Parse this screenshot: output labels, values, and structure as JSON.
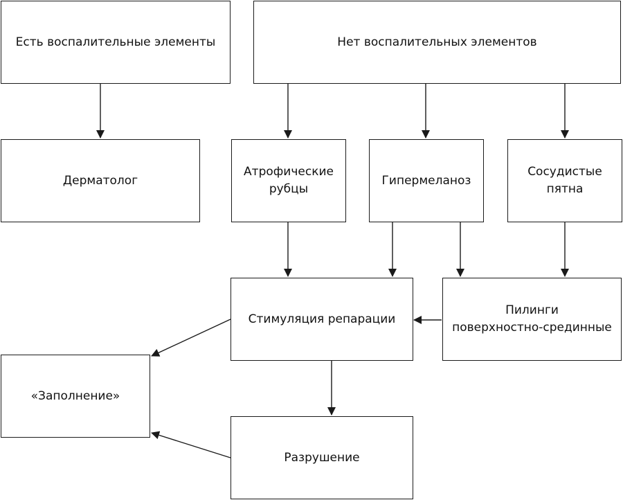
{
  "diagram": {
    "nodes": {
      "inflam_yes": "Есть воспалительные элементы",
      "inflam_no": "Нет воспалительных элементов",
      "dermatologist": "Дерматолог",
      "atrophic_1": "Атрофические",
      "atrophic_2": "рубцы",
      "hypermelanosis": "Гипермеланоз",
      "vascular_1": "Сосудистые",
      "vascular_2": "пятна",
      "stimulation": "Стимуляция репарации",
      "peeling_1": "Пилинги",
      "peeling_2": "поверхностно-срединные",
      "filling": "«Заполнение»",
      "destruction": "Разрушение"
    },
    "edges": [
      {
        "from": "inflam_yes",
        "to": "dermatologist"
      },
      {
        "from": "inflam_no",
        "to": "atrophic"
      },
      {
        "from": "inflam_no",
        "to": "hypermelanosis"
      },
      {
        "from": "inflam_no",
        "to": "vascular"
      },
      {
        "from": "atrophic",
        "to": "stimulation"
      },
      {
        "from": "hypermelanosis",
        "to": "stimulation"
      },
      {
        "from": "hypermelanosis",
        "to": "peeling"
      },
      {
        "from": "vascular",
        "to": "peeling"
      },
      {
        "from": "peeling",
        "to": "stimulation"
      },
      {
        "from": "stimulation",
        "to": "filling"
      },
      {
        "from": "stimulation",
        "to": "destruction"
      },
      {
        "from": "destruction",
        "to": "filling"
      }
    ],
    "colors": {
      "stroke": "#1a1a1a",
      "background": "#ffffff"
    }
  }
}
